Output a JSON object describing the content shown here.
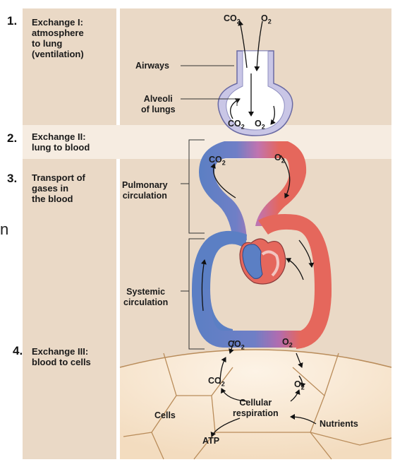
{
  "steps": [
    {
      "number": "1.",
      "title": "Exchange I:\natmosphere\nto lung\n(ventilation)"
    },
    {
      "number": "2.",
      "title": "Exchange II:\nlung to blood"
    },
    {
      "number": "3.",
      "title": "Transport of\ngases in\nthe blood"
    },
    {
      "number": "4.",
      "title": "Exchange III:\nblood to cells"
    }
  ],
  "labels": {
    "airways": "Airways",
    "alveoli": "Alveoli\nof lungs",
    "pulmonary": "Pulmonary\ncirculation",
    "systemic": "Systemic\ncirculation",
    "cells": "Cells",
    "cellular_respiration": "Cellular\nrespiration",
    "nutrients": "Nutrients",
    "atp": "ATP"
  },
  "gases": {
    "co2": "CO",
    "o2": "O",
    "subscript": "2"
  },
  "side_letter": "n",
  "colors": {
    "panel_bg": "#ead9c6",
    "band_bg": "#f6ece1",
    "deoxygenated": "#5b7fc4",
    "oxygenated": "#e5675c",
    "lung": "#c9c6e6",
    "cells_bg": "#f8e6cf",
    "cell_lines": "#b98c5a"
  }
}
